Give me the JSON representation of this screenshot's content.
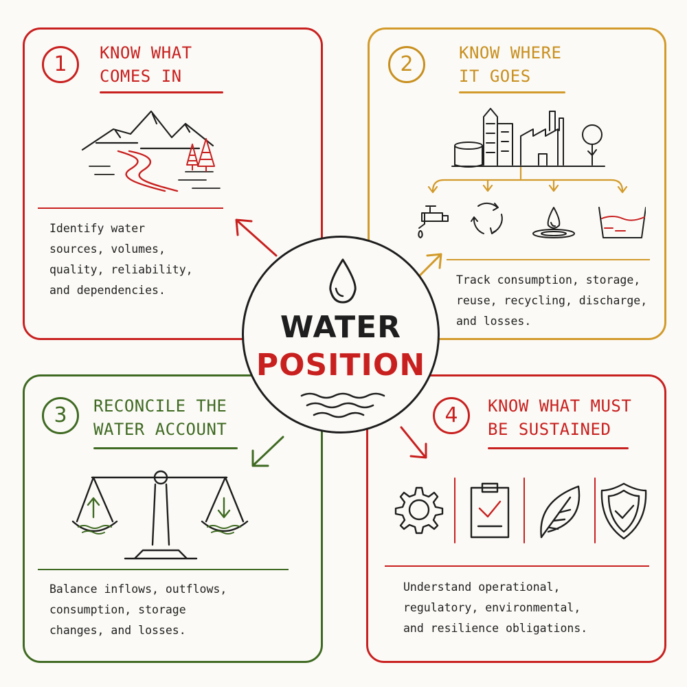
{
  "center": {
    "line1": "WATER",
    "line2": "POSITION"
  },
  "panels": [
    {
      "number": "1",
      "title_line1": "KNOW WHAT",
      "title_line2": "COMES IN",
      "description": [
        "Identify water",
        "sources, volumes,",
        "quality, reliability,",
        "and dependencies."
      ],
      "color": "#c8201f"
    },
    {
      "number": "2",
      "title_line1": "KNOW WHERE",
      "title_line2": "IT GOES",
      "description": [
        "Track consumption, storage,",
        "reuse, recycling, discharge,",
        "and losses."
      ],
      "color": "#d29a2a"
    },
    {
      "number": "3",
      "title_line1": "RECONCILE THE",
      "title_line2": "WATER ACCOUNT",
      "description": [
        "Balance inflows, outflows,",
        "consumption, storage",
        "changes, and losses."
      ],
      "color": "#3f6a22"
    },
    {
      "number": "4",
      "title_line1": "KNOW WHAT MUST",
      "title_line2": "BE SUSTAINED",
      "description": [
        "Understand operational,",
        "regulatory, environmental,",
        "and resilience obligations."
      ],
      "color": "#c8201f"
    }
  ],
  "icons": {
    "panel1": [
      "mountains-icon",
      "river-icon",
      "pine-trees-icon"
    ],
    "panel2": [
      "tank-icon",
      "buildings-icon",
      "factory-icon",
      "tree-icon",
      "faucet-icon",
      "recycle-icon",
      "water-drop-icon",
      "container-icon"
    ],
    "panel3": [
      "balance-scale-icon",
      "up-arrow-icon",
      "down-arrow-icon"
    ],
    "panel4": [
      "gear-icon",
      "clipboard-check-icon",
      "leaf-icon",
      "shield-check-icon"
    ]
  }
}
